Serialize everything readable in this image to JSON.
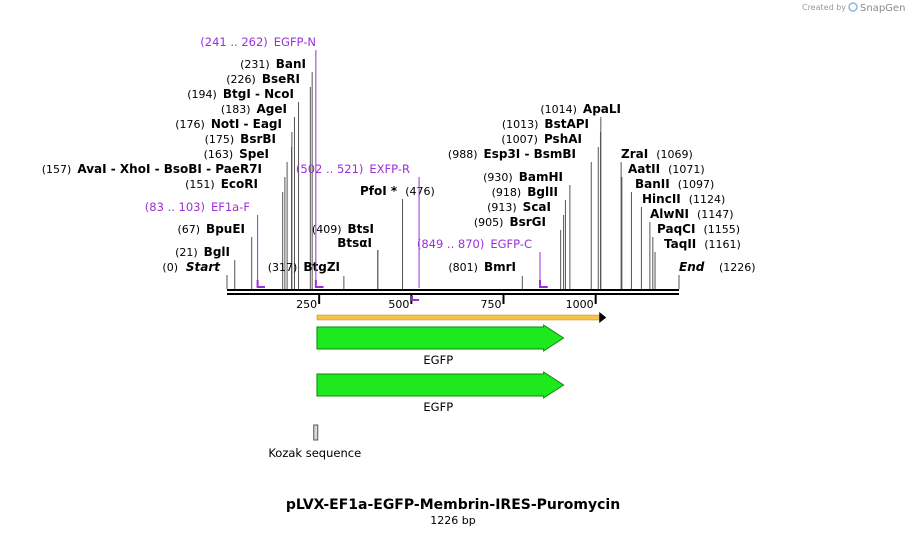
{
  "credit": {
    "prefix": "Created by",
    "brand": "SnapGene"
  },
  "title": "pLVX-EF1a-EGFP-Membrin-IRES-Puromycin",
  "subtitle": "1226 bp",
  "ends": {
    "start": {
      "pos": "(0)",
      "name": "Start"
    },
    "end": {
      "pos": "(1226)",
      "name": "End"
    }
  },
  "ticks": [
    {
      "bp": 250,
      "label": "250"
    },
    {
      "bp": 500,
      "label": "500"
    },
    {
      "bp": 750,
      "label": "750"
    },
    {
      "bp": 1000,
      "label": "1000"
    }
  ],
  "enzymes_left": [
    {
      "pos": "(231)",
      "name": "BanI",
      "site": 231
    },
    {
      "pos": "(226)",
      "name": "BseRI",
      "site": 226
    },
    {
      "pos": "(194)",
      "name": "BtgI  -  NcoI",
      "site": 194
    },
    {
      "pos": "(183)",
      "name": "AgeI",
      "site": 183
    },
    {
      "pos": "(176)",
      "name": "NotI  -  EagI",
      "site": 176
    },
    {
      "pos": "(175)",
      "name": "BsrBI",
      "site": 175
    },
    {
      "pos": "(163)",
      "name": "SpeI",
      "site": 163
    },
    {
      "pos": "(157)",
      "name": "AvaI   -  XhoI   -  BsoBI   -  PaeR7I",
      "site": 157
    },
    {
      "pos": "(151)",
      "name": "EcoRI",
      "site": 151
    },
    {
      "pos": "(67)",
      "name": "BpuEI",
      "site": 67
    },
    {
      "pos": "(21)",
      "name": "BglI",
      "site": 21
    }
  ],
  "enzymes_mid": [
    {
      "pos": "(476)",
      "name": "PfoI *",
      "site": 476
    },
    {
      "pos": "(409)",
      "name": "BtsI",
      "site": 409
    },
    {
      "pos": "",
      "name": "BtsαI",
      "site": 409
    },
    {
      "pos": "(317)",
      "name": "BtgZI",
      "site": 317
    },
    {
      "pos": "(801)",
      "name": "BmrI",
      "site": 801
    }
  ],
  "enzymes_right_a": [
    {
      "pos": "(1014)",
      "name": "ApaLI",
      "site": 1014
    },
    {
      "pos": "(1013)",
      "name": "BstAPI",
      "site": 1013
    },
    {
      "pos": "(1007)",
      "name": "PshAI",
      "site": 1007
    },
    {
      "pos": "(988)",
      "name": "Esp3I  -  BsmBI",
      "site": 988
    },
    {
      "pos": "(930)",
      "name": "BamHI",
      "site": 930
    },
    {
      "pos": "(918)",
      "name": "BglII",
      "site": 918
    },
    {
      "pos": "(913)",
      "name": "ScaI",
      "site": 913
    },
    {
      "pos": "(905)",
      "name": "BsrGI",
      "site": 905
    }
  ],
  "enzymes_right_b": [
    {
      "pos": "(1069)",
      "name": "ZraI",
      "site": 1069
    },
    {
      "pos": "(1071)",
      "name": "AatII",
      "site": 1071
    },
    {
      "pos": "(1097)",
      "name": "BanII",
      "site": 1097
    },
    {
      "pos": "(1124)",
      "name": "HincII",
      "site": 1124
    },
    {
      "pos": "(1147)",
      "name": "AlwNI",
      "site": 1147
    },
    {
      "pos": "(1155)",
      "name": "PaqCI",
      "site": 1155
    },
    {
      "pos": "(1161)",
      "name": "TaqII",
      "site": 1161
    }
  ],
  "primers": [
    {
      "range": "(241 .. 262)",
      "name": "EGFP-N",
      "start": 241,
      "end": 262,
      "dir": "fwd"
    },
    {
      "range": "(502 .. 521)",
      "name": "EXFP-R",
      "start": 502,
      "end": 521,
      "dir": "rev"
    },
    {
      "range": "(83 .. 103)",
      "name": "EF1a-F",
      "start": 83,
      "end": 103,
      "dir": "fwd"
    },
    {
      "range": "(849 .. 870)",
      "name": "EGFP-C",
      "start": 849,
      "end": 870,
      "dir": "fwd"
    }
  ],
  "features": [
    {
      "name": "EGFP",
      "start": 244,
      "end": 913,
      "color": "#1ee81e"
    },
    {
      "name": "EGFP",
      "start": 244,
      "end": 913,
      "color": "#1ee81e"
    },
    {
      "name": "Kozak sequence",
      "start": 238,
      "end": 246,
      "color": "#d9d9d9"
    }
  ],
  "orf": {
    "start": 244,
    "end": 1026,
    "color": "#f5c24a"
  },
  "colors": {
    "primer": "#9b30d9",
    "backbone": "#000000"
  }
}
